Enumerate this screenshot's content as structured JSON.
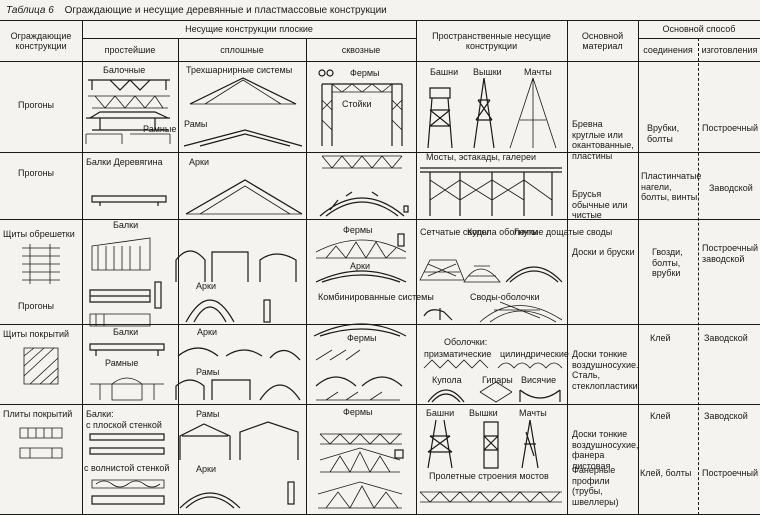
{
  "caption": {
    "number": "Таблица 6",
    "title": "Ограждающие и несущие деревянные и пластмассовые конструкции"
  },
  "headers": {
    "enclosing": "Ограждающие конструкции",
    "planar": "Несущие конструкции плоские",
    "simplest": "простейшие",
    "solid": "сплошные",
    "lattice": "сквозные",
    "spatial": "Пространственные несущие конструкции",
    "material": "Основной материал",
    "method": "Основной способ",
    "joining": "соединения",
    "making": "изготовления"
  },
  "rows": [
    {
      "enclosing": "Прогоны",
      "simplest": [
        "Балочные",
        "Рамные"
      ],
      "solid": [
        "Трехшарнирные системы",
        "Рамы"
      ],
      "lattice": [
        "Фермы",
        "Стойки"
      ],
      "spatial": [
        "Башни",
        "Вышки",
        "Мачты"
      ],
      "material": "Бревна круглые или окантованные, пластины",
      "joining": "Врубки, болты",
      "making": "Построечный"
    },
    {
      "enclosing": "Прогоны",
      "simplest": [
        "Балки Деревягина"
      ],
      "solid": [
        "Арки"
      ],
      "lattice": [],
      "spatial": [
        "Мосты, эстакады, галереи"
      ],
      "material": "Брусья обычные или чистые",
      "joining": "Пластинчатые нагели, болты, винты",
      "making": "Заводской"
    },
    {
      "enclosing": "Щиты обрешетки",
      "enclosing2": "Прогоны",
      "simplest": [
        "Балки"
      ],
      "solid": [
        "Арки"
      ],
      "lattice": [
        "Фермы",
        "Арки",
        "Комбинированные системы"
      ],
      "spatial": [
        "Сетчатые своды",
        "Купола оболочки",
        "Гнутые дощатые своды",
        "Своды-оболочки"
      ],
      "material": "Доски и бруски",
      "joining": "Гвозди, болты, врубки",
      "making": "Построечный заводской"
    },
    {
      "enclosing": "Щиты покрытий",
      "simplest": [
        "Балки",
        "Рамные"
      ],
      "solid": [
        "Арки",
        "Рамы"
      ],
      "lattice": [
        "Фермы"
      ],
      "spatial": [
        "Оболочки:",
        "призматические",
        "цилиндрические",
        "Купола",
        "Гипары",
        "Висячие"
      ],
      "material": "Доски тонкие воздушносухие. Сталь, стеклопластики",
      "joining": "Клей",
      "making": "Заводской"
    },
    {
      "enclosing": "Плиты покрытий",
      "simplest": [
        "Балки:",
        "с плоской стенкой",
        "с волнистой стенкой"
      ],
      "solid": [
        "Рамы",
        "Арки"
      ],
      "lattice": [
        "Фермы"
      ],
      "spatial": [
        "Башни",
        "Вышки",
        "Мачты",
        "Пролетные строения мостов"
      ],
      "material": "Доски тонкие воздушносухие, фанера листовая",
      "material2": "Фанерные профили (трубы, швеллеры)",
      "joining": "Клей",
      "joining2": "Клей, болты",
      "making": "Заводской",
      "making2": "Построечный"
    }
  ]
}
